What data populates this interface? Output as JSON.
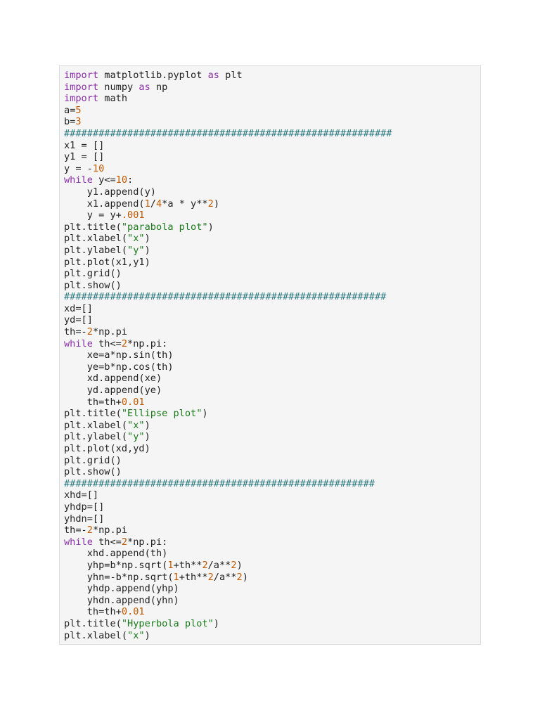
{
  "colors": {
    "background": "#ffffff",
    "code_background": "#f5f5f5",
    "code_border": "#e0e0e0",
    "plain": "#222222",
    "keyword": "#8b2fa8",
    "number": "#c05a00",
    "string": "#1a7a1a",
    "comment": "#2a7a80"
  },
  "code": {
    "language": "python",
    "lines": [
      [
        {
          "t": "kw",
          "s": "import"
        },
        {
          "t": "pl",
          "s": " matplotlib.pyplot "
        },
        {
          "t": "kw",
          "s": "as"
        },
        {
          "t": "pl",
          "s": " plt"
        }
      ],
      [
        {
          "t": "kw",
          "s": "import"
        },
        {
          "t": "pl",
          "s": " numpy "
        },
        {
          "t": "kw",
          "s": "as"
        },
        {
          "t": "pl",
          "s": " np"
        }
      ],
      [
        {
          "t": "kw",
          "s": "import"
        },
        {
          "t": "pl",
          "s": " math"
        }
      ],
      [
        {
          "t": "pl",
          "s": "a="
        },
        {
          "t": "num",
          "s": "5"
        }
      ],
      [
        {
          "t": "pl",
          "s": "b="
        },
        {
          "t": "num",
          "s": "3"
        }
      ],
      [
        {
          "t": "cmt",
          "s": "#########################################################"
        }
      ],
      [
        {
          "t": "pl",
          "s": "x1 = []"
        }
      ],
      [
        {
          "t": "pl",
          "s": "y1 = []"
        }
      ],
      [
        {
          "t": "pl",
          "s": "y = -"
        },
        {
          "t": "num",
          "s": "10"
        }
      ],
      [
        {
          "t": "kw",
          "s": "while"
        },
        {
          "t": "pl",
          "s": " y<="
        },
        {
          "t": "num",
          "s": "10"
        },
        {
          "t": "pl",
          "s": ":"
        }
      ],
      [
        {
          "t": "pl",
          "s": "    y1.append(y)"
        }
      ],
      [
        {
          "t": "pl",
          "s": "    x1.append("
        },
        {
          "t": "num",
          "s": "1"
        },
        {
          "t": "pl",
          "s": "/"
        },
        {
          "t": "num",
          "s": "4"
        },
        {
          "t": "pl",
          "s": "*a * y**"
        },
        {
          "t": "num",
          "s": "2"
        },
        {
          "t": "pl",
          "s": ")"
        }
      ],
      [
        {
          "t": "pl",
          "s": "    y = y+"
        },
        {
          "t": "num",
          "s": ".001"
        }
      ],
      [
        {
          "t": "pl",
          "s": "plt.title("
        },
        {
          "t": "str",
          "s": "\"parabola plot\""
        },
        {
          "t": "pl",
          "s": ")"
        }
      ],
      [
        {
          "t": "pl",
          "s": "plt.xlabel("
        },
        {
          "t": "str",
          "s": "\"x\""
        },
        {
          "t": "pl",
          "s": ")"
        }
      ],
      [
        {
          "t": "pl",
          "s": "plt.ylabel("
        },
        {
          "t": "str",
          "s": "\"y\""
        },
        {
          "t": "pl",
          "s": ")"
        }
      ],
      [
        {
          "t": "pl",
          "s": "plt.plot(x1,y1)"
        }
      ],
      [
        {
          "t": "pl",
          "s": "plt.grid()"
        }
      ],
      [
        {
          "t": "pl",
          "s": "plt.show()"
        }
      ],
      [
        {
          "t": "cmt",
          "s": "########################################################"
        }
      ],
      [
        {
          "t": "pl",
          "s": "xd=[]"
        }
      ],
      [
        {
          "t": "pl",
          "s": "yd=[]"
        }
      ],
      [
        {
          "t": "pl",
          "s": "th=-"
        },
        {
          "t": "num",
          "s": "2"
        },
        {
          "t": "pl",
          "s": "*np.pi"
        }
      ],
      [
        {
          "t": "kw",
          "s": "while"
        },
        {
          "t": "pl",
          "s": " th<="
        },
        {
          "t": "num",
          "s": "2"
        },
        {
          "t": "pl",
          "s": "*np.pi:"
        }
      ],
      [
        {
          "t": "pl",
          "s": "    xe=a*np.sin(th)"
        }
      ],
      [
        {
          "t": "pl",
          "s": "    ye=b*np.cos(th)"
        }
      ],
      [
        {
          "t": "pl",
          "s": "    xd.append(xe)"
        }
      ],
      [
        {
          "t": "pl",
          "s": "    yd.append(ye)"
        }
      ],
      [
        {
          "t": "pl",
          "s": "    th=th+"
        },
        {
          "t": "num",
          "s": "0.01"
        }
      ],
      [
        {
          "t": "pl",
          "s": "plt.title("
        },
        {
          "t": "str",
          "s": "\"Ellipse plot\""
        },
        {
          "t": "pl",
          "s": ")"
        }
      ],
      [
        {
          "t": "pl",
          "s": "plt.xlabel("
        },
        {
          "t": "str",
          "s": "\"x\""
        },
        {
          "t": "pl",
          "s": ")"
        }
      ],
      [
        {
          "t": "pl",
          "s": "plt.ylabel("
        },
        {
          "t": "str",
          "s": "\"y\""
        },
        {
          "t": "pl",
          "s": ")"
        }
      ],
      [
        {
          "t": "pl",
          "s": "plt.plot(xd,yd)"
        }
      ],
      [
        {
          "t": "pl",
          "s": "plt.grid()"
        }
      ],
      [
        {
          "t": "pl",
          "s": "plt.show()"
        }
      ],
      [
        {
          "t": "cmt",
          "s": "######################################################"
        }
      ],
      [
        {
          "t": "pl",
          "s": "xhd=[]"
        }
      ],
      [
        {
          "t": "pl",
          "s": "yhdp=[]"
        }
      ],
      [
        {
          "t": "pl",
          "s": "yhdn=[]"
        }
      ],
      [
        {
          "t": "pl",
          "s": "th=-"
        },
        {
          "t": "num",
          "s": "2"
        },
        {
          "t": "pl",
          "s": "*np.pi"
        }
      ],
      [
        {
          "t": "kw",
          "s": "while"
        },
        {
          "t": "pl",
          "s": " th<="
        },
        {
          "t": "num",
          "s": "2"
        },
        {
          "t": "pl",
          "s": "*np.pi:"
        }
      ],
      [
        {
          "t": "pl",
          "s": "    xhd.append(th)"
        }
      ],
      [
        {
          "t": "pl",
          "s": "    yhp=b*np.sqrt("
        },
        {
          "t": "num",
          "s": "1"
        },
        {
          "t": "pl",
          "s": "+th**"
        },
        {
          "t": "num",
          "s": "2"
        },
        {
          "t": "pl",
          "s": "/a**"
        },
        {
          "t": "num",
          "s": "2"
        },
        {
          "t": "pl",
          "s": ")"
        }
      ],
      [
        {
          "t": "pl",
          "s": "    yhn=-b*np.sqrt("
        },
        {
          "t": "num",
          "s": "1"
        },
        {
          "t": "pl",
          "s": "+th**"
        },
        {
          "t": "num",
          "s": "2"
        },
        {
          "t": "pl",
          "s": "/a**"
        },
        {
          "t": "num",
          "s": "2"
        },
        {
          "t": "pl",
          "s": ")"
        }
      ],
      [
        {
          "t": "pl",
          "s": "    yhdp.append(yhp)"
        }
      ],
      [
        {
          "t": "pl",
          "s": "    yhdn.append(yhn)"
        }
      ],
      [
        {
          "t": "pl",
          "s": "    th=th+"
        },
        {
          "t": "num",
          "s": "0.01"
        }
      ],
      [
        {
          "t": "pl",
          "s": "plt.title("
        },
        {
          "t": "str",
          "s": "\"Hyperbola plot\""
        },
        {
          "t": "pl",
          "s": ")"
        }
      ],
      [
        {
          "t": "pl",
          "s": "plt.xlabel("
        },
        {
          "t": "str",
          "s": "\"x\""
        },
        {
          "t": "pl",
          "s": ")"
        }
      ]
    ]
  }
}
